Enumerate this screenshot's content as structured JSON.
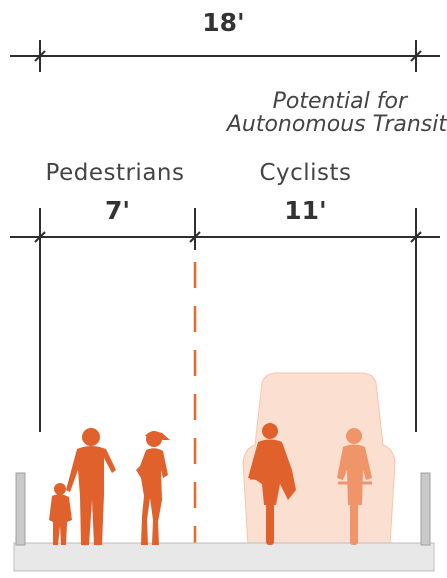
{
  "overall": {
    "label": "18'"
  },
  "note": {
    "line1": "Potential for",
    "line2": "Autonomous Transit"
  },
  "zones": [
    {
      "title": "Pedestrians",
      "width_label": "7'"
    },
    {
      "title": "Cyclists",
      "width_label": "11'"
    }
  ],
  "colors": {
    "line": "#2e2e2e",
    "figure": "#e0612c",
    "figure_light": "#f0946a",
    "transit": "#fbe0d1",
    "transit_edge": "#f6c5ab",
    "divider": "#e8672d",
    "ground": "#e8e8e8",
    "curb": "#c9c9c9"
  }
}
